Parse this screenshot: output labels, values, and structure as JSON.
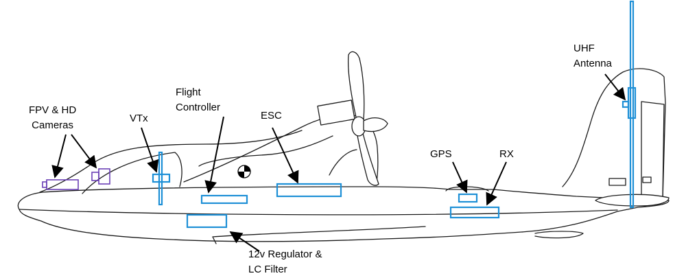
{
  "colors": {
    "component": "#1d8fd6",
    "camera": "#6a3fb5",
    "outline": "#1a1a1a",
    "background": "#ffffff"
  },
  "labels": {
    "cameras": [
      "FPV & HD",
      "Cameras"
    ],
    "vtx": [
      "VTx"
    ],
    "flight_controller": [
      "Flight",
      "Controller"
    ],
    "esc": [
      "ESC"
    ],
    "gps": [
      "GPS"
    ],
    "rx": [
      "RX"
    ],
    "uhf_antenna": [
      "UHF",
      "Antenna"
    ],
    "regulator": [
      "12v Regulator &",
      "LC Filter"
    ]
  }
}
